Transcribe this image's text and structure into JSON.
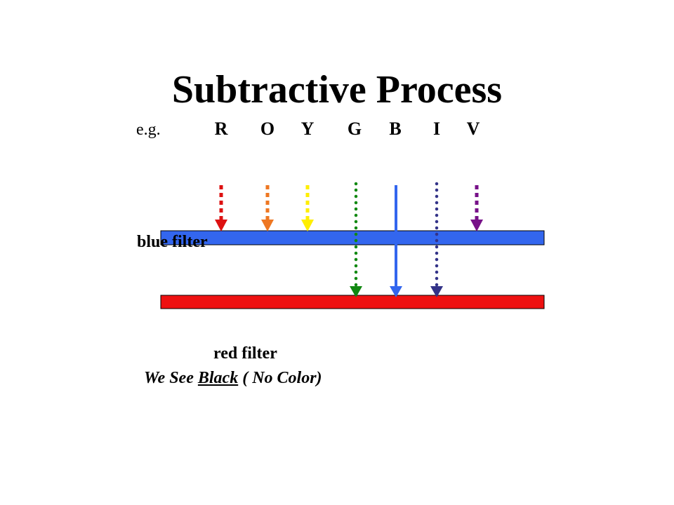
{
  "title": "Subtractive Process",
  "eg_label": "e.g.",
  "spectrum_letters": [
    "R",
    "O",
    "Y",
    "G",
    "B",
    "I",
    "V"
  ],
  "filters": {
    "blue": {
      "label": "blue filter",
      "color": "#3366ee"
    },
    "red": {
      "label": "red filter",
      "color": "#ee1111"
    }
  },
  "caption": {
    "before": "We See ",
    "emphasis": "Black",
    "after": " ( No Color)"
  },
  "rays": [
    {
      "letter": "R",
      "color": "#dd1111",
      "style": "dashed",
      "ends_at": "blue filter"
    },
    {
      "letter": "O",
      "color": "#ee7722",
      "style": "dashed",
      "ends_at": "blue filter"
    },
    {
      "letter": "Y",
      "color": "#ffee00",
      "style": "dashed",
      "ends_at": "blue filter"
    },
    {
      "letter": "G",
      "color": "#118811",
      "style": "dotted",
      "ends_at": "red filter"
    },
    {
      "letter": "B",
      "color": "#3366ee",
      "style": "solid",
      "ends_at": "red filter"
    },
    {
      "letter": "I",
      "color": "#333388",
      "style": "dotted",
      "ends_at": "red filter"
    },
    {
      "letter": "V",
      "color": "#771188",
      "style": "dashed",
      "ends_at": "blue filter"
    }
  ]
}
